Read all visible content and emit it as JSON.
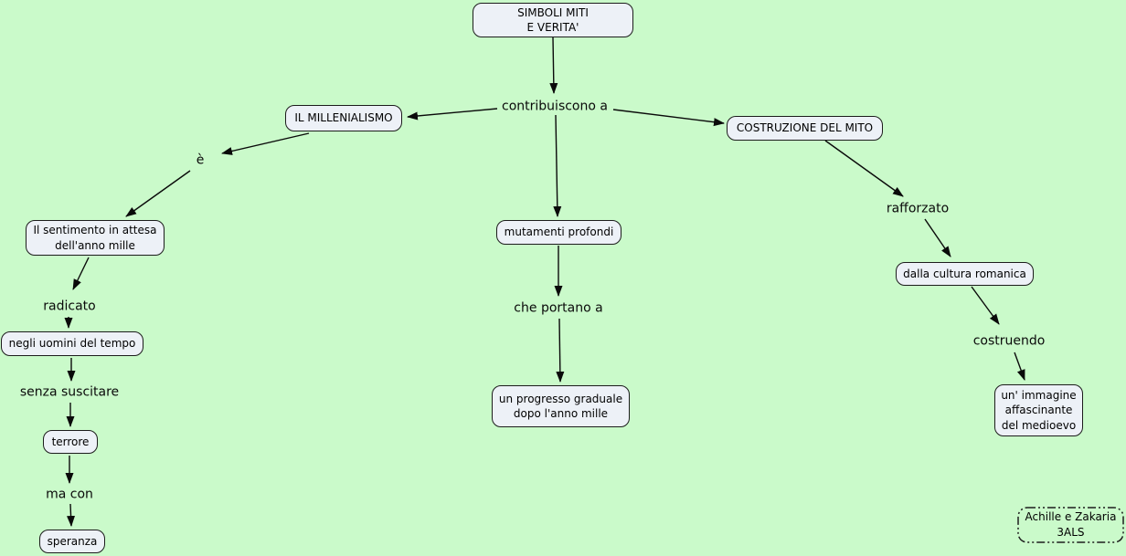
{
  "colors": {
    "background": "#cafaca",
    "node_fill": "#edf1f7",
    "node_border": "#1c1c1c",
    "connector": "#0a0a0a"
  },
  "nodes": {
    "simboli": "SIMBOLI MITI\nE VERITA'",
    "millenialismo": "IL MILLENIALISMO",
    "sentimento": "Il sentimento in attesa\ndell'anno mille",
    "uomini": "negli uomini del tempo",
    "terrore": "terrore",
    "speranza": "speranza",
    "mutamenti": "mutamenti profondi",
    "progresso": "un progresso graduale\ndopo l'anno mille",
    "costruzione": "COSTRUZIONE DEL MITO",
    "cultura": "dalla cultura romanica",
    "immagine": "un' immagine\naffascinante\ndel medioevo",
    "authors": "Achille e Zakaria\n3ALS"
  },
  "labels": {
    "contribuiscono": "contribuiscono a",
    "e": "è",
    "radicato": "radicato",
    "senza": "senza suscitare",
    "macon": "ma con",
    "cheportano": "che portano a",
    "rafforzato": "rafforzato",
    "costruendo": "costruendo"
  }
}
